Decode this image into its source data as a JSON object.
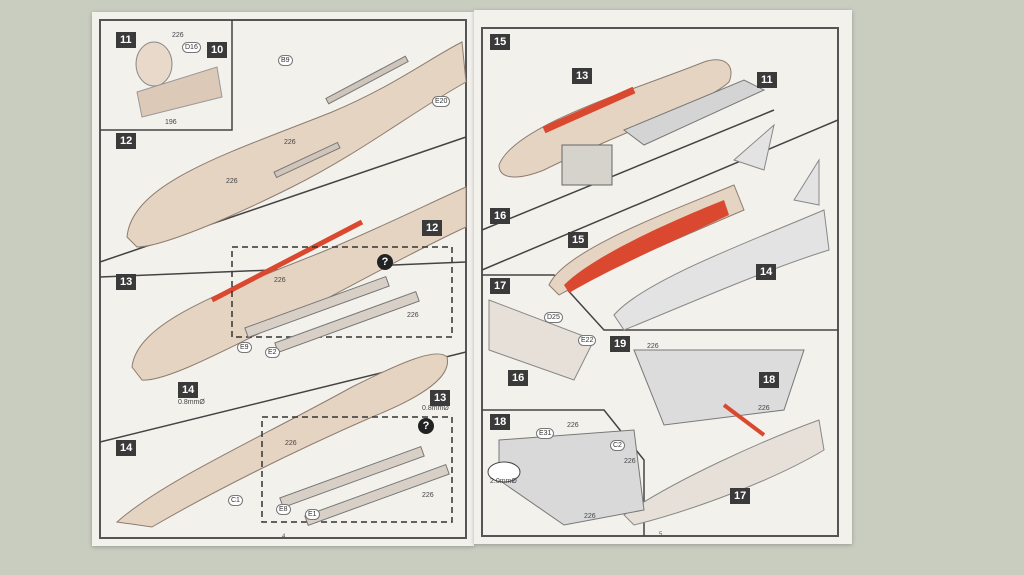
{
  "photo": {
    "left_page": {
      "steps": [
        "11",
        "10",
        "12",
        "12",
        "13",
        "13",
        "14",
        "14"
      ],
      "parts": [
        "226",
        "D16",
        "196",
        "B9",
        "E20",
        "226",
        "226",
        "226",
        "226",
        "E9",
        "E2",
        "226",
        "C1",
        "E8",
        "E1",
        "226"
      ],
      "hole_note": "0.8mmØ",
      "hole_note_2": "0.8mmØ",
      "folio": "4"
    },
    "right_page": {
      "steps": [
        "15",
        "13",
        "11",
        "16",
        "15",
        "14",
        "17",
        "16",
        "19",
        "18",
        "18",
        "17"
      ],
      "parts": [
        "D25",
        "E22",
        "226",
        "226",
        "E31",
        "226",
        "C2",
        "226",
        "226"
      ],
      "hole_note": "2.0mmØ",
      "folio": "5"
    },
    "colors": {
      "background": "#c9cdc0",
      "paper": "#f3f1ec",
      "hull": "#e6d4c2",
      "interior_red": "#d9482f",
      "border": "#444444"
    }
  }
}
